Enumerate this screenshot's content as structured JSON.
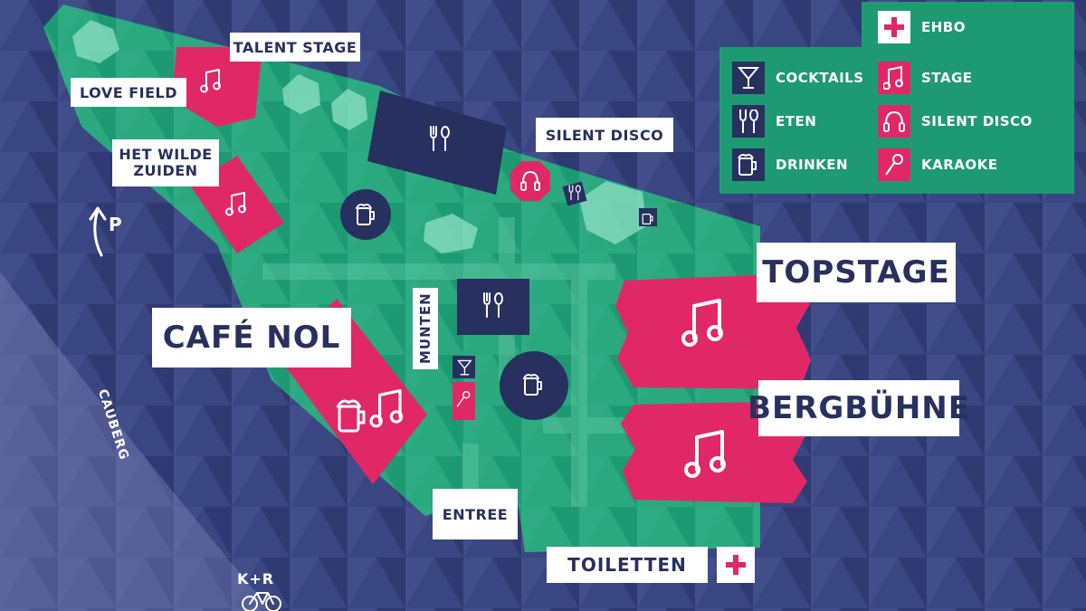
{
  "colors": {
    "navy": "#27305e",
    "green": "#1e9a72",
    "pink": "#e12866",
    "white": "#ffffff"
  },
  "labels": {
    "talent_stage": "TALENT STAGE",
    "love_field": "LOVE FIELD",
    "het_wilde_zuiden": "HET WILDE ZUIDEN",
    "silent_disco": "SILENT DISCO",
    "cafe_nol": "CAFÉ NOL",
    "munten": "MUNTEN",
    "topstage": "TOPSTAGE",
    "bergbuhne": "BERGBÜHNE",
    "entree": "ENTREE",
    "toiletten": "TOILETTEN"
  },
  "legend": {
    "items": [
      {
        "label": "COCKTAILS",
        "icon": "cocktail-icon"
      },
      {
        "label": "ETEN",
        "icon": "fork-spoon-icon"
      },
      {
        "label": "DRINKEN",
        "icon": "beer-mug-icon"
      },
      {
        "label": "EHBO",
        "icon": "first-aid-cross-icon"
      },
      {
        "label": "STAGE",
        "icon": "music-note-icon"
      },
      {
        "label": "SILENT DISCO",
        "icon": "headphones-icon"
      },
      {
        "label": "KARAOKE",
        "icon": "microphone-icon"
      }
    ]
  },
  "streets": {
    "cauberg": "CAUBERG"
  },
  "markers": {
    "parking": "P",
    "kiss_ride": "K+R"
  }
}
